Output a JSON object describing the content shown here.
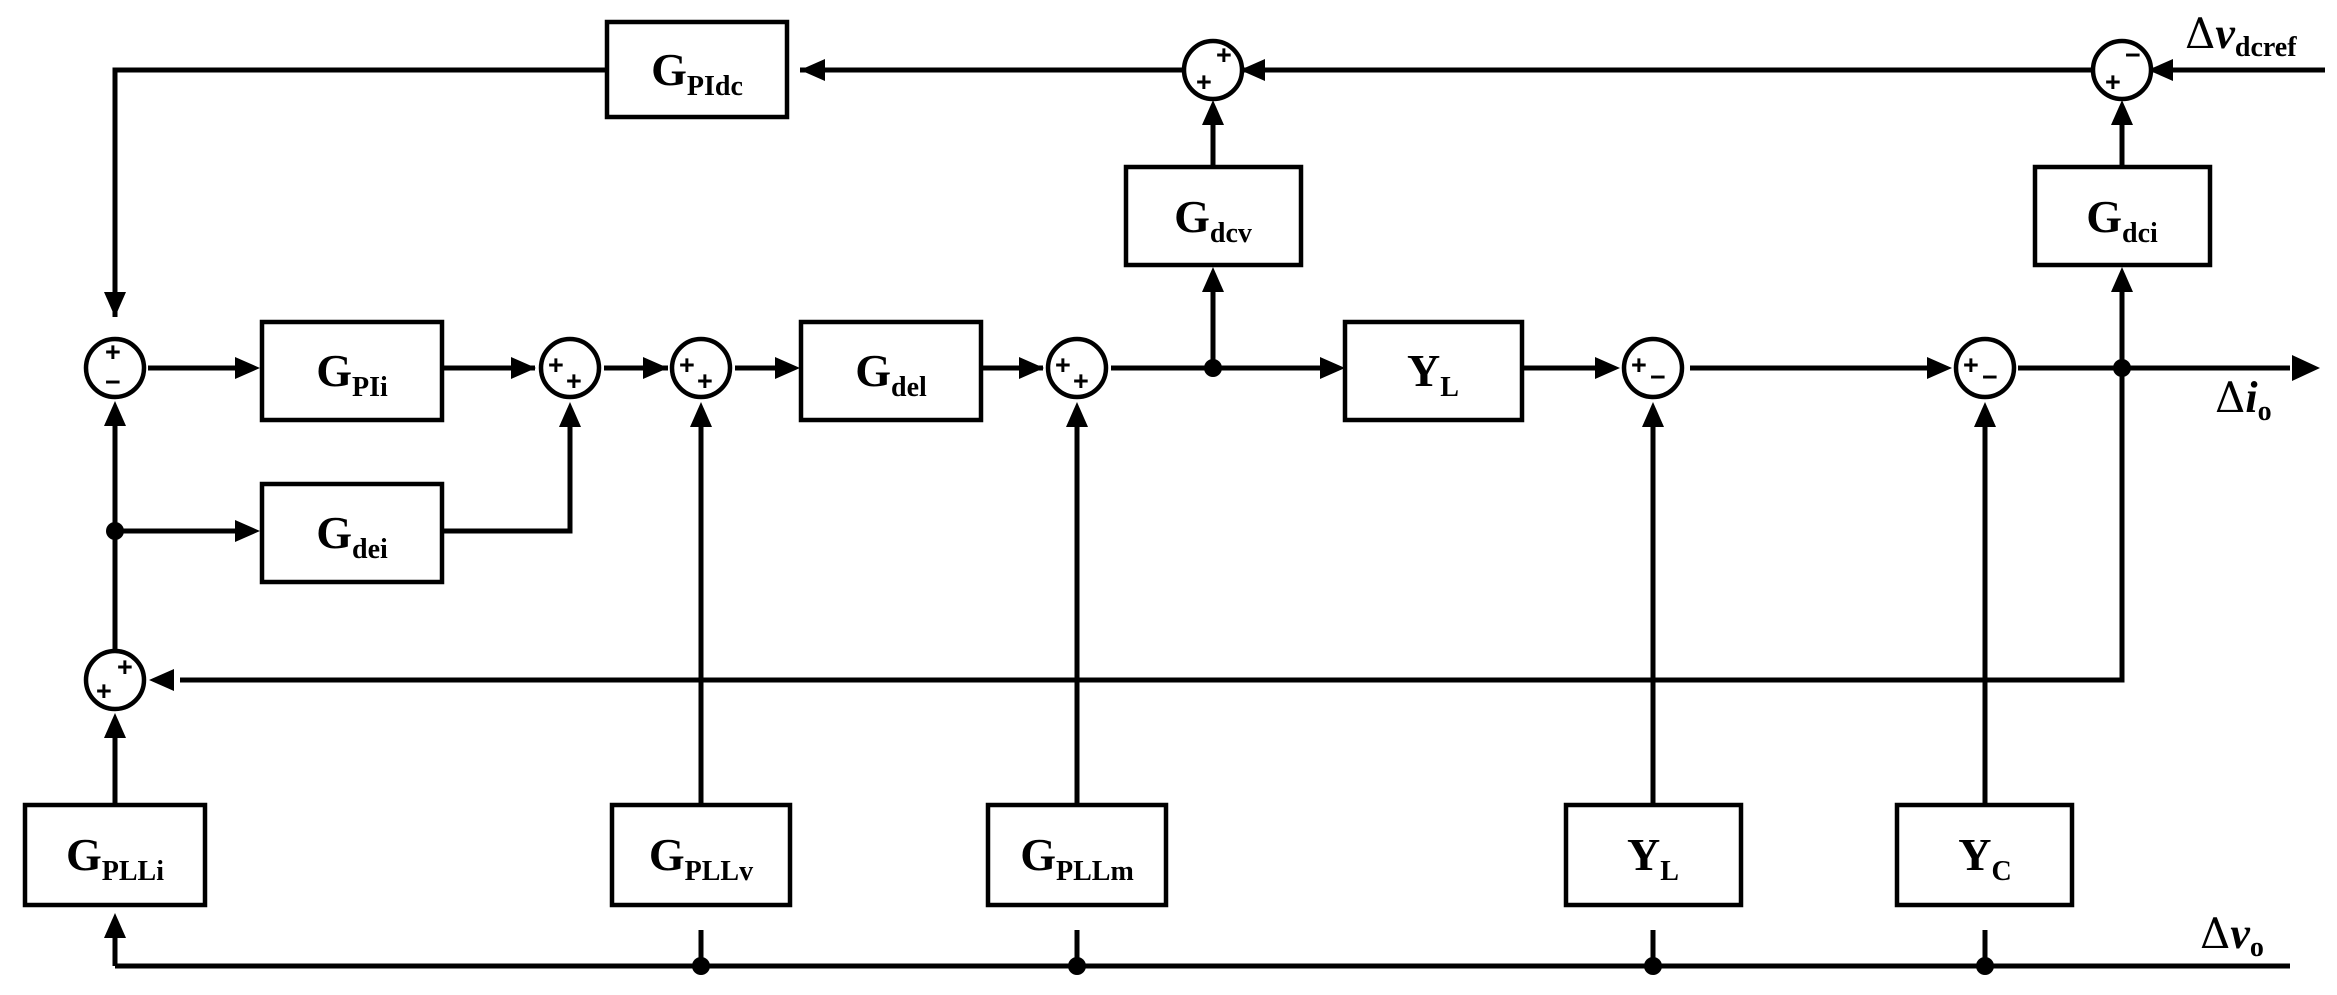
{
  "blocks": {
    "g_pidc": {
      "main": "G",
      "sub": "PIdc"
    },
    "g_dcv": {
      "main": "G",
      "sub": "dcv"
    },
    "g_dci": {
      "main": "G",
      "sub": "dci"
    },
    "g_pii": {
      "main": "G",
      "sub": "PIi"
    },
    "g_dei": {
      "main": "G",
      "sub": "dei"
    },
    "g_del": {
      "main": "G",
      "sub": "del"
    },
    "y_l_fwd": {
      "main": "Y",
      "sub": "L"
    },
    "g_plli": {
      "main": "G",
      "sub": "PLLi"
    },
    "g_pllv": {
      "main": "G",
      "sub": "PLLv"
    },
    "g_pllm": {
      "main": "G",
      "sub": "PLLm"
    },
    "y_l_fb": {
      "main": "Y",
      "sub": "L"
    },
    "y_c": {
      "main": "Y",
      "sub": "C"
    }
  },
  "signals": {
    "dc_ref": {
      "delta": "Δ",
      "var": "v",
      "sub": "dcref"
    },
    "current": {
      "delta": "Δ",
      "var": "i",
      "sub": "o"
    },
    "voltage": {
      "delta": "Δ",
      "var": "v",
      "sub": "o"
    }
  },
  "signs": {
    "sum_ref_a": "−",
    "sum_ref_b": "+",
    "sum_top_a": "+",
    "sum_top_b": "+",
    "sum_in_a": "+",
    "sum_in_b": "−",
    "sum2_a": "+",
    "sum2_b": "+",
    "sum3_a": "+",
    "sum3_b": "+",
    "sum4_a": "+",
    "sum4_b": "+",
    "sum5_a": "+",
    "sum5_b": "−",
    "sum6_a": "+",
    "sum6_b": "−",
    "sum_ff_a": "+",
    "sum_ff_b": "+"
  }
}
